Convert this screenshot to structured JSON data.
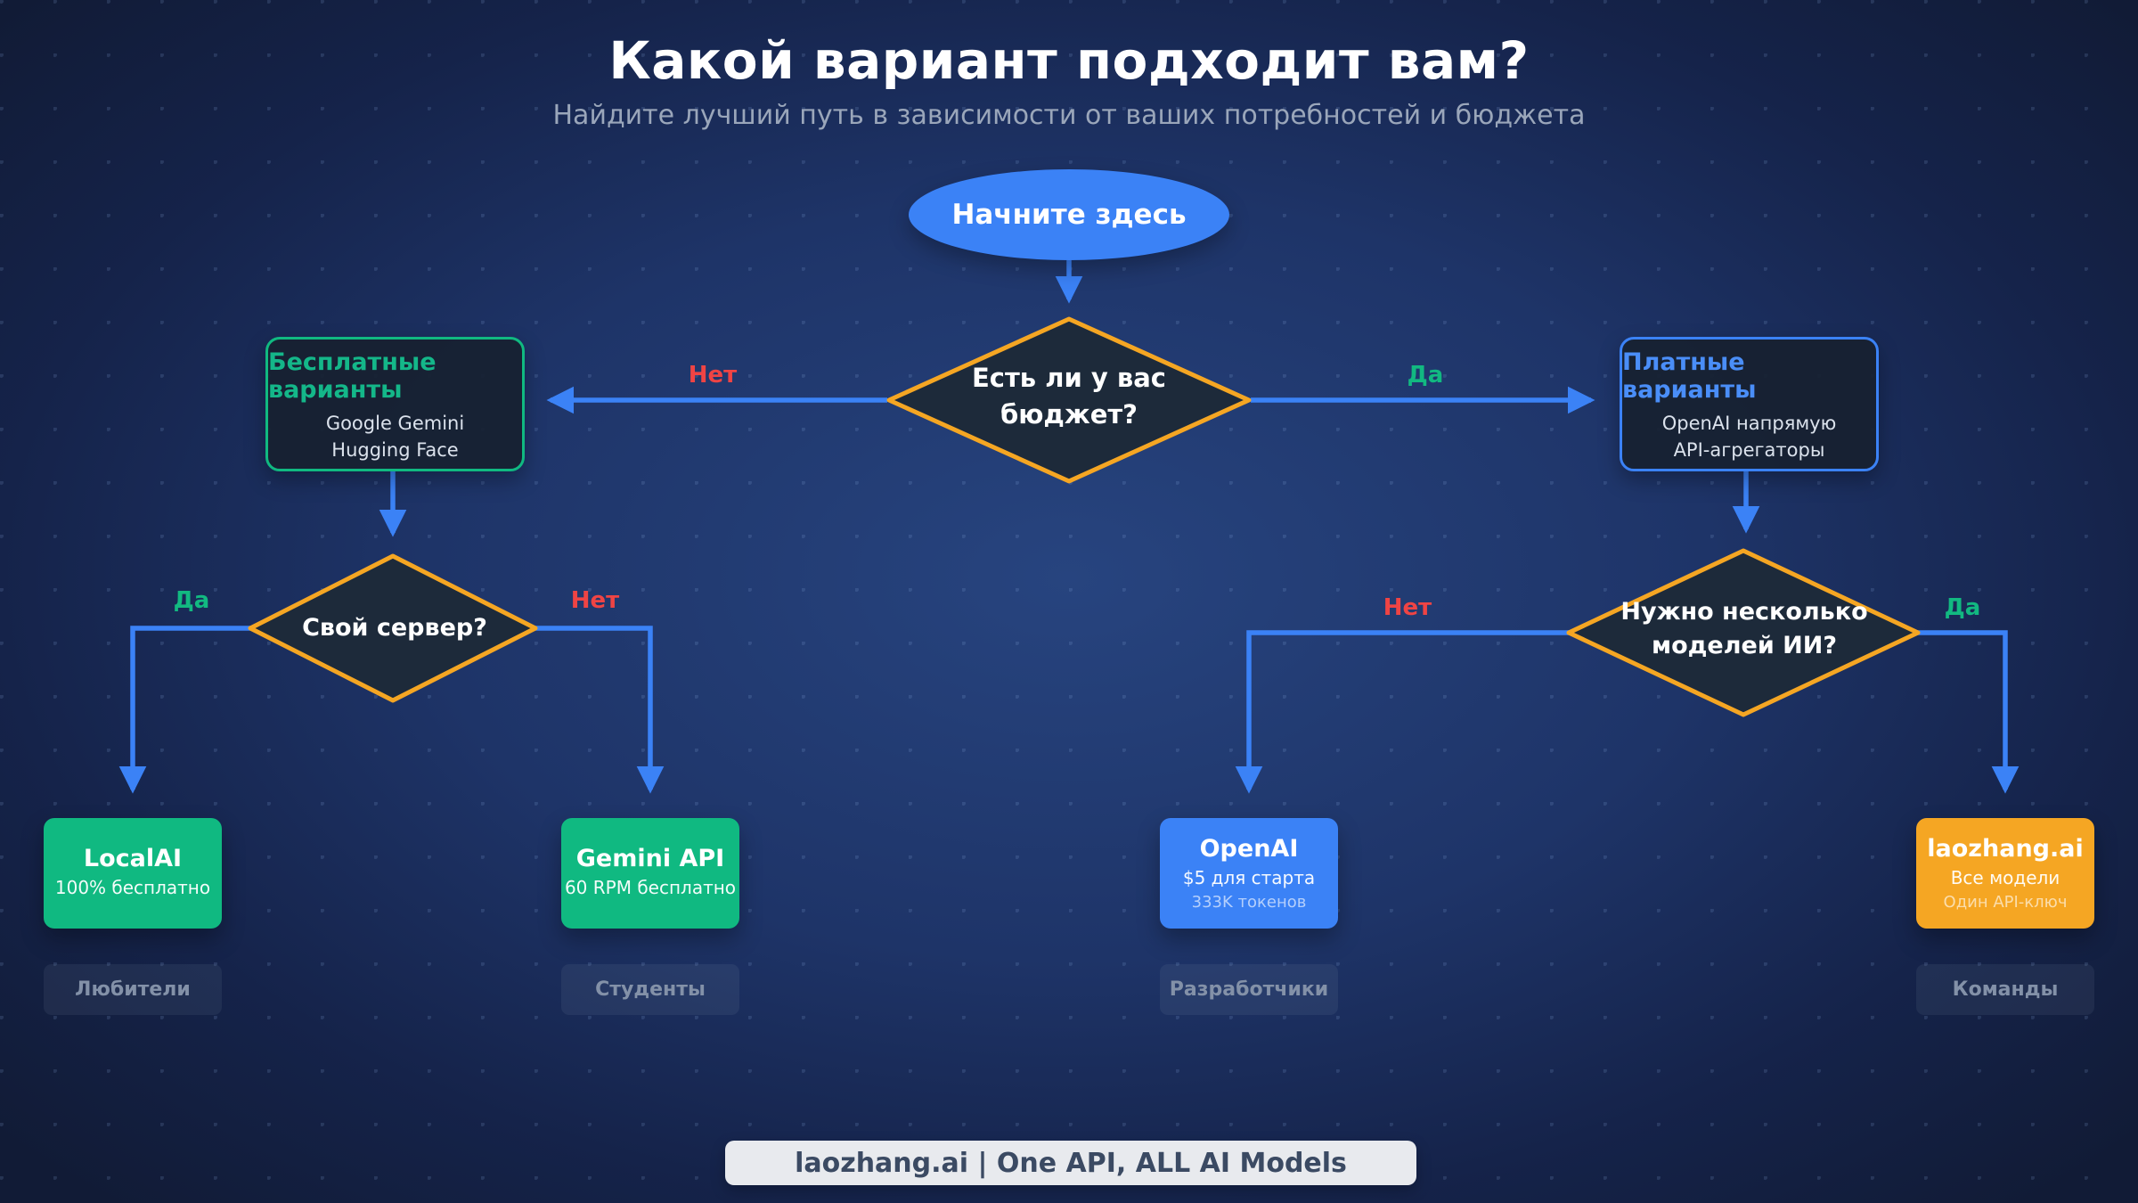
{
  "page": {
    "title": "Какой вариант подходит вам?",
    "subtitle": "Найдите лучший путь в зависимости от ваших потребностей и бюджета"
  },
  "flow": {
    "start": {
      "label": "Начните здесь"
    },
    "decision_budget": {
      "line1": "Есть ли у вас",
      "line2": "бюджет?"
    },
    "decision_server": {
      "line1": "Свой сервер?"
    },
    "decision_models": {
      "line1": "Нужно несколько",
      "line2": "моделей ИИ?"
    },
    "free_box": {
      "title": "Бесплатные варианты",
      "items": [
        "Google Gemini",
        "Hugging Face"
      ]
    },
    "paid_box": {
      "title": "Платные варианты",
      "items": [
        "OpenAI напрямую",
        "API-агрегаторы"
      ]
    },
    "labels": {
      "yes": "Да",
      "no": "Нет"
    },
    "results": [
      {
        "title": "LocalAI",
        "sub": "100% бесплатно",
        "sub2": "",
        "tag": "Любители",
        "color": "#10b981"
      },
      {
        "title": "Gemini API",
        "sub": "60 RPM бесплатно",
        "sub2": "",
        "tag": "Студенты",
        "color": "#10b981"
      },
      {
        "title": "OpenAI",
        "sub": "$5 для старта",
        "sub2": "333K токенов",
        "tag": "Разработчики",
        "color": "#3b82f6"
      },
      {
        "title": "laozhang.ai",
        "sub": "Все модели",
        "sub2": "Один API-ключ",
        "tag": "Команды",
        "color": "#f5a623"
      }
    ]
  },
  "footer": {
    "text": "laozhang.ai | One API, ALL AI Models"
  },
  "colors": {
    "background_center": "#27447f",
    "background_edge": "#111b36",
    "arrow": "#3b82f6",
    "decision_border": "#f5a623",
    "decision_fill": "#1d2a3a",
    "free_accent": "#10b981",
    "paid_accent": "#3b82f6",
    "yes_label": "#12b981",
    "no_label": "#ef4444",
    "footer_bg": "#e8eaee",
    "footer_text": "#3b4a63"
  }
}
